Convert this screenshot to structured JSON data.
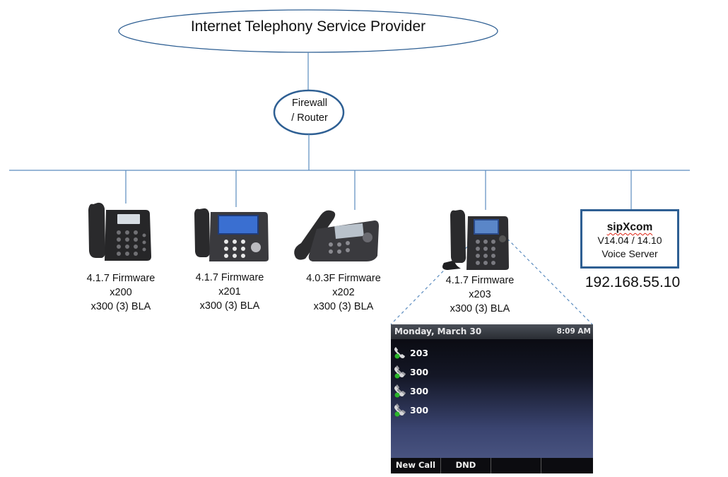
{
  "isp": {
    "label": "Internet Telephony Service Provider"
  },
  "firewall": {
    "line1": "Firewall",
    "line2": "/ Router"
  },
  "phones": [
    {
      "firmware": "4.1.7 Firmware",
      "extension": "x200",
      "bla": "x300 (3) BLA"
    },
    {
      "firmware": "4.1.7 Firmware",
      "extension": "x201",
      "bla": "x300 (3) BLA"
    },
    {
      "firmware": "4.0.3F Firmware",
      "extension": "x202",
      "bla": "x300 (3) BLA"
    },
    {
      "firmware": "4.1.7 Firmware",
      "extension": "x203",
      "bla": "x300 (3) BLA"
    }
  ],
  "server": {
    "name": "sipXcom",
    "version": "V14.04 / 14.10",
    "role": "Voice Server",
    "ip": "192.168.55.10"
  },
  "screen": {
    "date": "Monday, March 30",
    "time": "8:09 AM",
    "lines": [
      "203",
      "300",
      "300",
      "300"
    ],
    "softkeys": [
      "New Call",
      "DND"
    ]
  },
  "colors": {
    "network_line": "#5b8cbf",
    "outline": "#2e5f93",
    "spell_underline": "#d21"
  }
}
